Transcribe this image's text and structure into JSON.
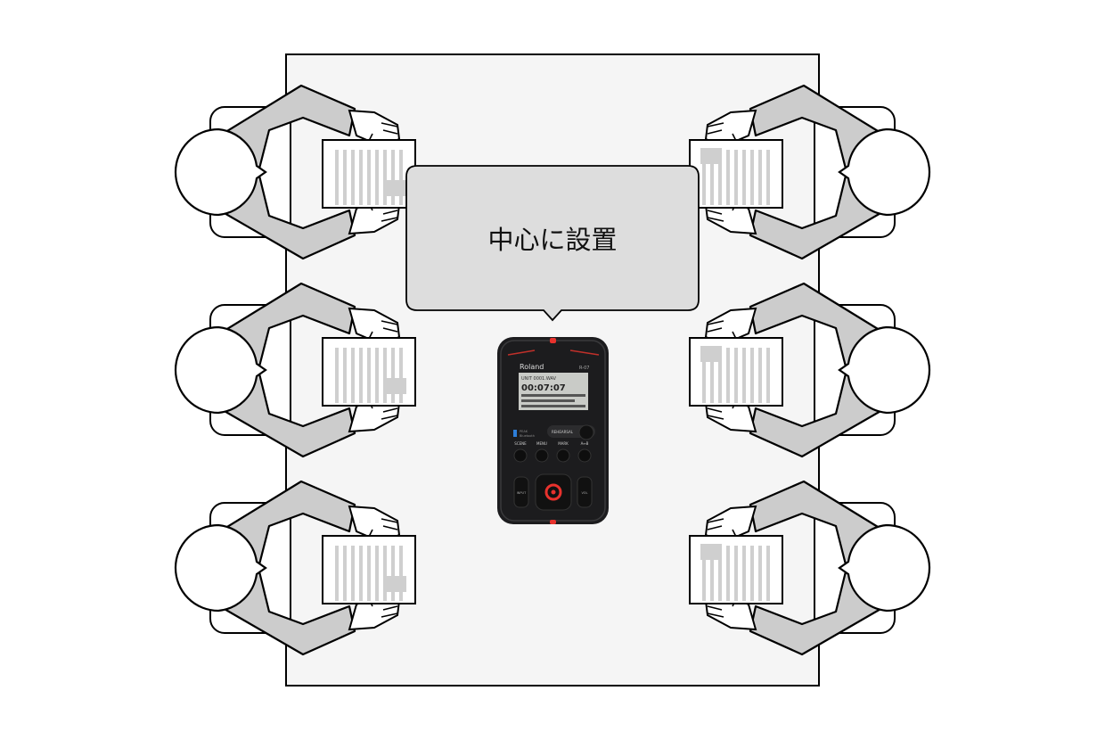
{
  "callout": {
    "text": "中心に設置"
  },
  "recorder": {
    "brand": "Roland",
    "model": "R-07",
    "screen_file": "UNIT 0001.WAV",
    "screen_time": "00:07:07",
    "led_labels": [
      "PEAK",
      "Bluetooth"
    ],
    "rehearsal_label": "REHEARSAL",
    "buttons": [
      "SCENE",
      "MENU",
      "MARK",
      "A↔B"
    ],
    "input_label": "INPUT",
    "vol_label": "VOL"
  },
  "people_count": 6,
  "colors": {
    "table": "#f5f5f5",
    "body": "#cccccc",
    "bubble": "#dddddd",
    "paper_lines": "#cfcfcf",
    "recorder": "#1c1c1e",
    "accent": "#e8322d"
  }
}
